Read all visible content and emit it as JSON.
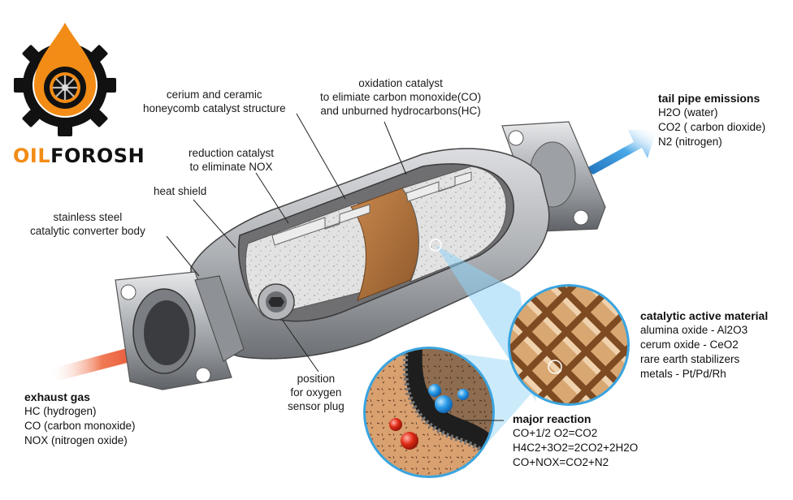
{
  "logo": {
    "name_part1": "OIL",
    "name_part2": "FOROSH",
    "accent_color": "#f28c16",
    "icon": "gear-drop-wheel-logo"
  },
  "labels": {
    "cerium": [
      "cerium and ceramic",
      "honeycomb catalyst structure"
    ],
    "oxidation": [
      "oxidation catalyst",
      "to elimiate carbon monoxide(CO)",
      "and unburned hydrocarbons(HC)"
    ],
    "reduction": [
      "reduction catalyst",
      "to eliminate NOX"
    ],
    "heat_shield": [
      "heat shield"
    ],
    "stainless": [
      "stainless steel",
      "catalytic converter body"
    ],
    "sensor": [
      "position",
      "for oxygen",
      "sensor plug"
    ]
  },
  "tail_pipe": {
    "title": "tail pipe emissions",
    "items": [
      "H2O (water)",
      "CO2 ( carbon dioxide)",
      "N2 (nitrogen)"
    ]
  },
  "exhaust": {
    "title": "exhaust gas",
    "items": [
      "HC (hydrogen)",
      "CO (carbon monoxide)",
      "NOX (nitrogen oxide)"
    ]
  },
  "catalytic": {
    "title": "catalytic active material",
    "items": [
      "alumina oxide - Al2O3",
      "cerum oxide - CeO2",
      "rare earth stabilizers",
      "metals - Pt/Pd/Rh"
    ]
  },
  "reaction": {
    "title": "major reaction",
    "items": [
      "CO+1/2 O2=CO2",
      "H4C2+3O2=2CO2+2H2O",
      "CO+NOX=CO2+N2"
    ]
  },
  "colors": {
    "inlet_arrow": "#e8472a",
    "outlet_arrow": "#2a8fd6",
    "copper_band": "#b5773f",
    "metal": "#a9acb0"
  }
}
